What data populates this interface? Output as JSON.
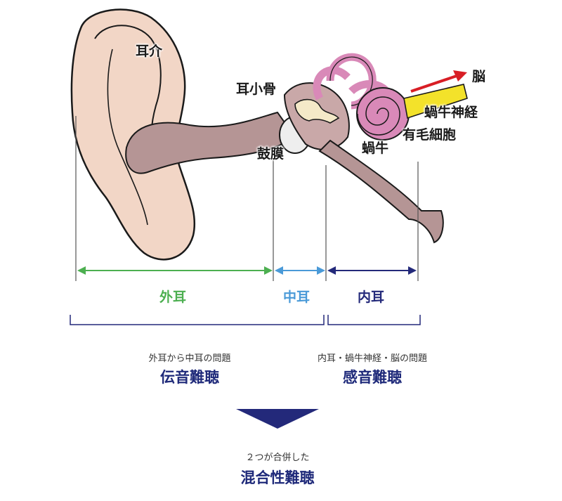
{
  "anatomy": {
    "auricle": "耳介",
    "ossicles": "耳小骨",
    "eardrum": "鼓膜",
    "cochlea": "蝸牛",
    "hair_cells": "有毛細胞",
    "cochlear_nerve": "蝸牛神経",
    "brain": "脳"
  },
  "segments": {
    "outer": "外耳",
    "middle": "中耳",
    "inner": "内耳"
  },
  "hearing_loss": {
    "conductive_caption": "外耳から中耳の問題",
    "conductive": "伝音難聴",
    "sensorineural_caption": "内耳・蝸牛神経・脳の問題",
    "sensorineural": "感音難聴",
    "mixed_caption": "２つが合併した",
    "mixed": "混合性難聴"
  },
  "colors": {
    "outer": "#4caf50",
    "middle": "#4a9ad8",
    "inner": "#23297a",
    "skin": "#f2d6c6",
    "canal": "#b59595",
    "cochlea": "#d989b8",
    "nerve": "#f3e22a",
    "arrow_red": "#d81e25"
  }
}
